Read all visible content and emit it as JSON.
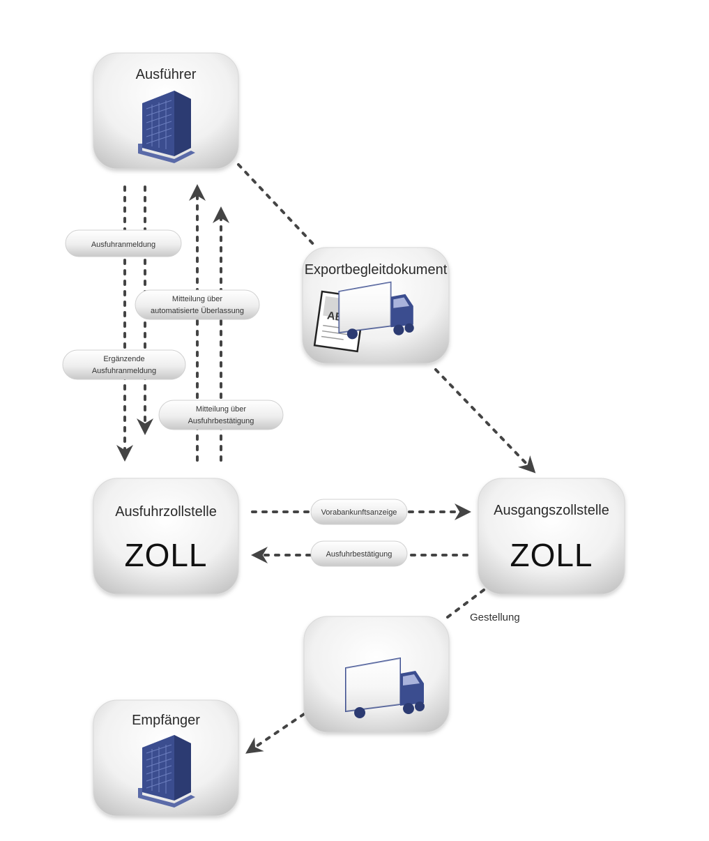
{
  "nodes": {
    "exporter": {
      "label": "Ausführer",
      "icon": "building-icon"
    },
    "export_document": {
      "label": "Exportbegleitdokument",
      "icon": "document-and-truck-icon",
      "doc_code": "ABD"
    },
    "export_customs": {
      "label": "Ausfuhrzollstelle",
      "sub": "ZOLL"
    },
    "exit_customs": {
      "label": "Ausgangszollstelle",
      "sub": "ZOLL"
    },
    "truck": {
      "icon": "truck-icon"
    },
    "receiver": {
      "label": "Empfänger",
      "icon": "building-icon"
    }
  },
  "flow_labels": {
    "export_declaration": "Ausfuhranmeldung",
    "release_notice": [
      "Mitteilung über",
      "automatisierte Überlassung"
    ],
    "supplementary_declaration": [
      "Ergänzende",
      "Ausfuhranmeldung"
    ],
    "confirmation_notice": [
      "Mitteilung über",
      "Ausfuhrbestätigung"
    ],
    "advance_notice": "Vorabankunftsanzeige",
    "export_confirmation": "Ausfuhrbestätigung",
    "presentation": "Gestellung"
  },
  "colors": {
    "icon_blue": "#3b4d8f",
    "arrow": "#444444",
    "box_light": "#ffffff",
    "box_dark": "#c9c9c9"
  }
}
